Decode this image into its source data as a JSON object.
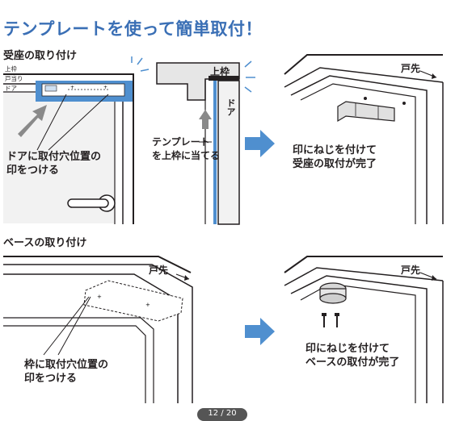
{
  "title": "テンプレートを使って簡単取付！",
  "sections": {
    "receiver": "受座の取り付け",
    "base": "ベースの取り付け"
  },
  "labels": {
    "upper_frame_small": "上枠",
    "door_stop": "戸当り",
    "door_small": "ドア",
    "upper_frame": "上枠",
    "door": "ドア",
    "door_tip_1": "戸先",
    "door_tip_2": "戸先",
    "door_tip_3": "戸先"
  },
  "captions": {
    "mark_door": [
      "ドアに取付穴位置の",
      "印をつける"
    ],
    "template_to_frame": [
      "テンプレート",
      "を上枠に当てる"
    ],
    "receiver_done": [
      "印にねじを付けて",
      "受座の取付が完了"
    ],
    "mark_frame": [
      "枠に取付穴位置の",
      "印をつける"
    ],
    "base_done": [
      "印にねじを付けて",
      "ベースの取付が完了"
    ]
  },
  "page_indicator": "12 / 20",
  "colors": {
    "accent_blue": "#3a6fb5",
    "template_blue": "#4f8fcf",
    "line": "#231f20",
    "arrow_gray": "#8a8a8a"
  }
}
